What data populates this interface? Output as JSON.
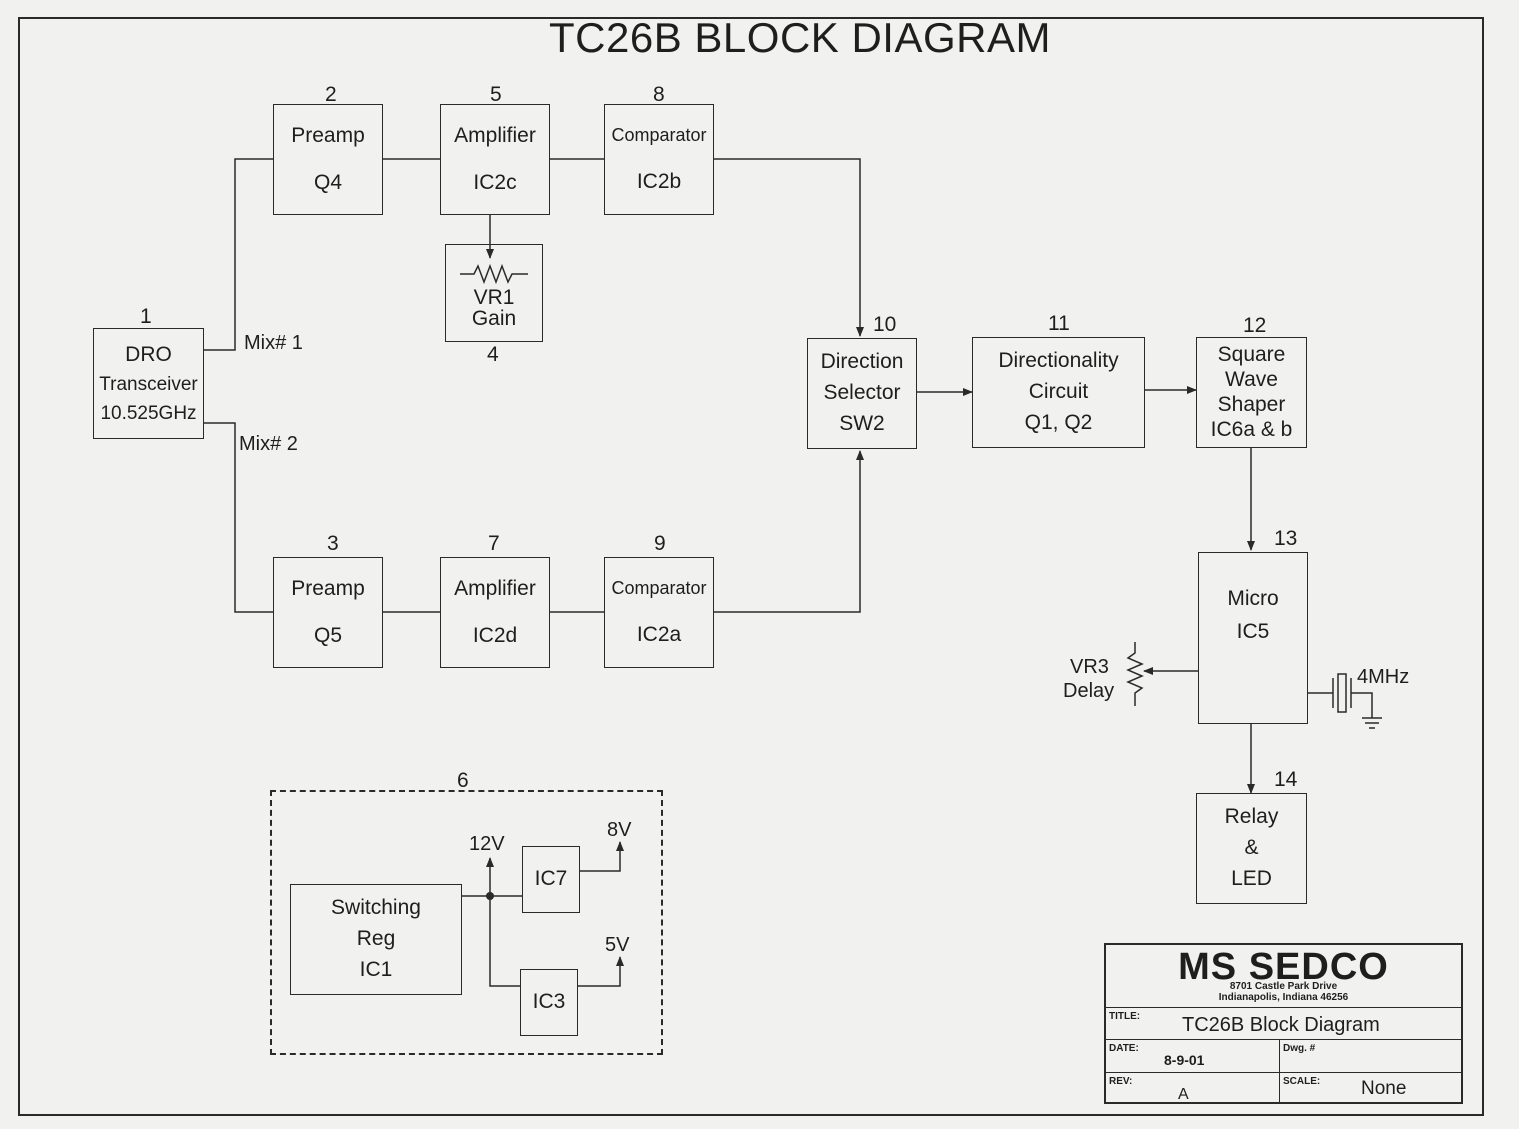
{
  "title": "TC26B BLOCK DIAGRAM",
  "blocks": {
    "b1": {
      "num": "1",
      "l1": "DRO",
      "l2": "Transceiver",
      "l3": "10.525GHz"
    },
    "b2": {
      "num": "2",
      "l1": "Preamp",
      "l2": "Q4"
    },
    "b3": {
      "num": "3",
      "l1": "Preamp",
      "l2": "Q5"
    },
    "b4": {
      "num": "4",
      "l1": "VR1",
      "l2": "Gain"
    },
    "b5": {
      "num": "5",
      "l1": "Amplifier",
      "l2": "IC2c"
    },
    "b6": {
      "num": "6"
    },
    "b7": {
      "num": "7",
      "l1": "Amplifier",
      "l2": "IC2d"
    },
    "b8": {
      "num": "8",
      "l1": "Comparator",
      "l2": "IC2b"
    },
    "b9": {
      "num": "9",
      "l1": "Comparator",
      "l2": "IC2a"
    },
    "b10": {
      "num": "10",
      "l1": "Direction",
      "l2": "Selector",
      "l3": "SW2"
    },
    "b11": {
      "num": "11",
      "l1": "Directionality",
      "l2": "Circuit",
      "l3": "Q1, Q2"
    },
    "b12": {
      "num": "12",
      "l1": "Square",
      "l2": "Wave",
      "l3": "Shaper",
      "l4": "IC6a & b"
    },
    "b13": {
      "num": "13",
      "l1": "Micro",
      "l2": "IC5"
    },
    "b14": {
      "num": "14",
      "l1": "Relay",
      "l2": "&",
      "l3": "LED"
    }
  },
  "labels": {
    "mix1": "Mix# 1",
    "mix2": "Mix# 2",
    "vr3_1": "VR3",
    "vr3_2": "Delay",
    "crystal": "4MHz",
    "v12": "12V",
    "v8": "8V",
    "v5": "5V"
  },
  "power": {
    "reg_l1": "Switching",
    "reg_l2": "Reg",
    "reg_l3": "IC1",
    "ic7": "IC7",
    "ic3": "IC3"
  },
  "titleblock": {
    "company": "MS SEDCO",
    "addr1": "8701 Castle Park Drive",
    "addr2": "Indianapolis, Indiana 46256",
    "title_label": "TITLE:",
    "title_value": "TC26B Block Diagram",
    "date_label": "DATE:",
    "date_value": "8-9-01",
    "dwg_label": "Dwg. #",
    "rev_label": "REV:",
    "rev_value": "A",
    "scale_label": "SCALE:",
    "scale_value": "None"
  }
}
